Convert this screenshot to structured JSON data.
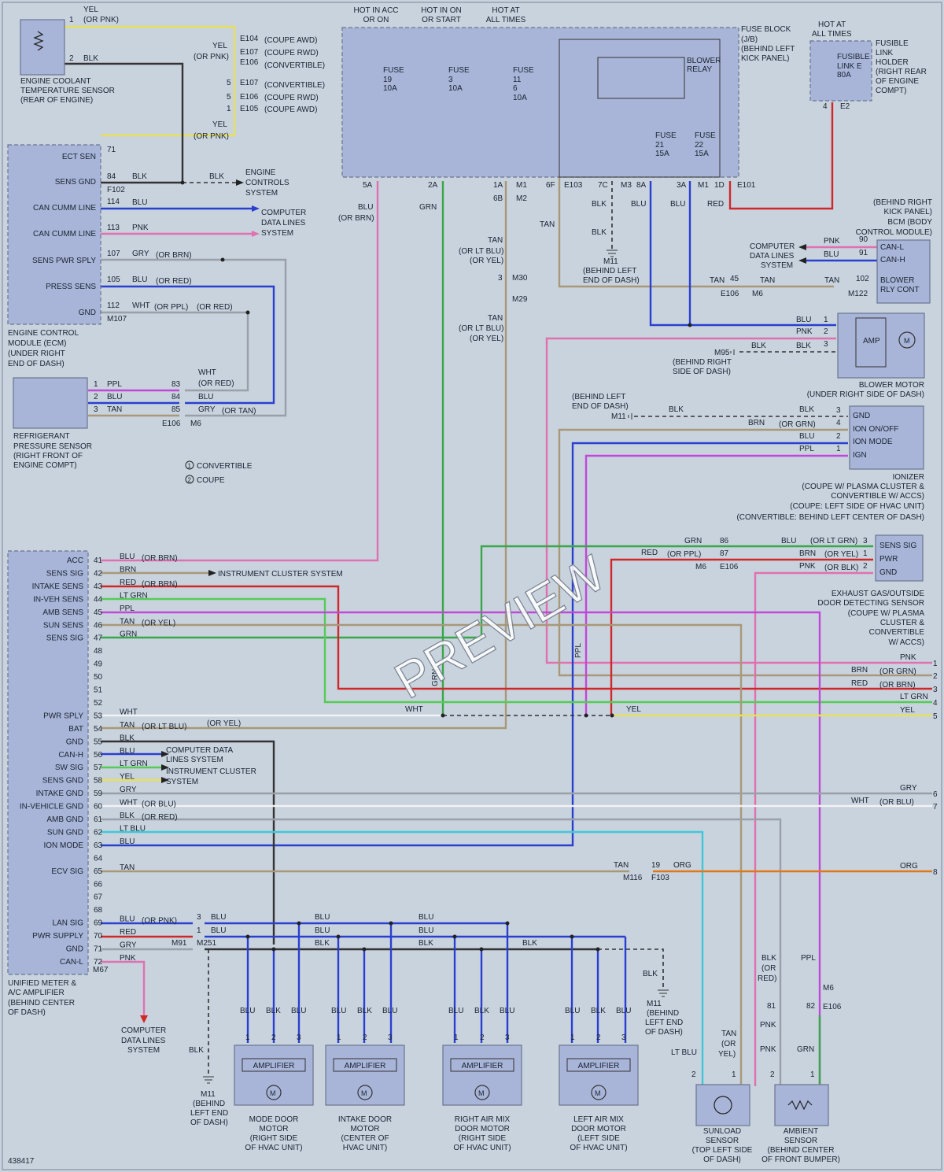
{
  "diagram_id": "438417",
  "watermark": "PREVIEW",
  "colors": {
    "YEL": "#e8e05a",
    "BLK": "#333333",
    "BLU": "#2a3fd0",
    "PNK": "#e070b0",
    "GRY": "#9aa0a8",
    "GRN": "#3aa64a",
    "TAN": "#a89878",
    "RED": "#d02828",
    "PPL": "#c048d8",
    "WHT": "#f2f2f2",
    "BRN": "#8a5a3a",
    "LTGRN": "#55cc55",
    "LTBLU": "#40c8d8",
    "ORG": "#e07818"
  },
  "fuse_block": {
    "hot_labels": [
      "HOT IN ACC",
      "OR ON",
      "HOT IN ON",
      "OR START",
      "HOT AT",
      "ALL TIMES"
    ],
    "title": [
      "FUSE BLOCK",
      "(J/B)",
      "(BEHIND LEFT",
      "KICK PANEL)"
    ],
    "fuses": [
      {
        "label": "FUSE",
        "num": "19",
        "amp": "10A"
      },
      {
        "label": "FUSE",
        "num": "3",
        "amp": "10A"
      },
      {
        "label": "FUSE",
        "num": "11",
        "num2": "6",
        "amp": "10A"
      },
      {
        "label": "FUSE",
        "num": "21",
        "amp": "15A"
      },
      {
        "label": "FUSE",
        "num": "22",
        "amp": "15A"
      }
    ],
    "relay": [
      "BLOWER",
      "RELAY"
    ],
    "pins": [
      "5A",
      "2A",
      "1A",
      "6B",
      "6F",
      "E103",
      "M1",
      "M2",
      "7C",
      "M3",
      "8A",
      "3A",
      "M1",
      "1D",
      "E101"
    ]
  },
  "fusible_link": {
    "hot": [
      "HOT AT",
      "ALL TIMES"
    ],
    "title": [
      "FUSIBLE",
      "LINK",
      "HOLDER",
      "(RIGHT REAR",
      "OF ENGINE",
      "COMPT)"
    ],
    "inner": [
      "FUSIBLE",
      "LINK E",
      "80A"
    ],
    "pins": [
      "4",
      "E2"
    ]
  },
  "ect": {
    "title": [
      "ENGINE COOLANT",
      "TEMPERATURE SENSOR",
      "(REAR OF ENGINE)"
    ],
    "pins": [
      "1",
      "2"
    ],
    "wires": [
      "YEL",
      "(OR PNK)",
      "BLK",
      "YEL",
      "(OR PNK)",
      "YEL",
      "(OR PNK)"
    ],
    "connectors": [
      {
        "c": "E104",
        "d": "(COUPE AWD)"
      },
      {
        "c": "E107",
        "d": "(COUPE RWD)"
      },
      {
        "c": "E106",
        "d": "(CONVERTIBLE)"
      },
      {
        "p": "5",
        "c": "E107",
        "d": "(CONVERTIBLE)"
      },
      {
        "p": "5",
        "c": "E106",
        "d": "(COUPE RWD)"
      },
      {
        "p": "1",
        "c": "E105",
        "d": "(COUPE AWD)"
      }
    ]
  },
  "ecm": {
    "title": [
      "ENGINE CONTROL",
      "MODULE (ECM)",
      "(UNDER RIGHT",
      "END OF DASH)"
    ],
    "pins": [
      {
        "name": "ECT SEN",
        "num": "71"
      },
      {
        "name": "SENS GND",
        "num": "84"
      },
      {
        "name": "CAN CUMM LINE",
        "num": "114"
      },
      {
        "name": "CAN CUMM LINE",
        "num": "113"
      },
      {
        "name": "SENS PWR SPLY",
        "num": "107"
      },
      {
        "name": "PRESS SENS",
        "num": "105"
      },
      {
        "name": "GND",
        "num": "112"
      }
    ],
    "wires": [
      "BLK",
      "BLK",
      "F102",
      "BLU",
      "PNK",
      "GRY",
      "(OR BRN)",
      "BLU",
      "(OR RED)",
      "WHT",
      "(OR PPL)",
      "(OR RED)",
      "M107"
    ],
    "targets": [
      [
        "ENGINE",
        "CONTROLS",
        "SYSTEM"
      ],
      [
        "COMPUTER",
        "DATA LINES",
        "SYSTEM"
      ]
    ]
  },
  "refrigerant": {
    "title": [
      "REFRIGERANT",
      "PRESSURE SENSOR",
      "(RIGHT FRONT OF",
      "ENGINE COMPT)"
    ],
    "pins": [
      "1",
      "2",
      "3"
    ],
    "wires": [
      "PPL",
      "BLU",
      "TAN",
      "83",
      "84",
      "85",
      "WHT",
      "(OR RED)",
      "BLU",
      "GRY",
      "(OR TAN)",
      "E106",
      "M6"
    ]
  },
  "legend": [
    "CONVERTIBLE",
    "COUPE"
  ],
  "bcm": {
    "title": [
      "(BEHIND RIGHT",
      "KICK PANEL)",
      "BCM (BODY",
      "CONTROL MODULE)"
    ],
    "pins": [
      "CAN-L",
      "CAN-H",
      "BLOWER",
      "RLY CONT"
    ],
    "nums": [
      "90",
      "91",
      "102"
    ],
    "wires": [
      "PNK",
      "BLU",
      "TAN",
      "45",
      "TAN",
      "TAN",
      "E106",
      "M6",
      "M122"
    ],
    "target": [
      "COMPUTER",
      "DATA LINES",
      "SYSTEM"
    ]
  },
  "blower": {
    "title": [
      "BLOWER MOTOR",
      "(UNDER RIGHT SIDE OF DASH)"
    ],
    "amp": "AMP",
    "pins": [
      "1",
      "2",
      "3"
    ],
    "wires": [
      "BLU",
      "PNK",
      "BLK",
      "BLK",
      "M95"
    ],
    "ground": [
      "(BEHIND RIGHT",
      "SIDE OF DASH)"
    ]
  },
  "ionizer": {
    "title": [
      "IONIZER",
      "(COUPE W/ PLASMA CLUSTER &",
      "CONVERTIBLE W/ ACCS)",
      "(COUPE: LEFT SIDE OF HVAC UNIT)",
      "(CONVERTIBLE: BEHIND LEFT CENTER OF DASH)"
    ],
    "pins": [
      "GND",
      "ION ON/OFF",
      "ION MODE",
      "IGN"
    ],
    "nums": [
      "3",
      "4",
      "2",
      "1"
    ],
    "wires": [
      "BLK",
      "BLK",
      "BRN",
      "(OR GRN)",
      "BLU",
      "PPL",
      "M11"
    ],
    "ground": [
      "(BEHIND LEFT",
      "END OF DASH)"
    ]
  },
  "exhaust": {
    "title": [
      "EXHAUST GAS/OUTSIDE",
      "DOOR DETECTING SENSOR",
      "(COUPE W/ PLASMA",
      "CLUSTER &",
      "CONVERTIBLE",
      "W/ ACCS)"
    ],
    "pins": [
      "SENS SIG",
      "PWR",
      "GND"
    ],
    "nums": [
      "3",
      "1",
      "2"
    ],
    "wires": [
      "GRN",
      "86",
      "BLU",
      "(OR LT GRN)",
      "RED",
      "(OR PPL)",
      "87",
      "BRN",
      "(OR YEL)",
      "PNK",
      "(OR BLK)",
      "M6",
      "E106"
    ]
  },
  "mid_wires": [
    "BLU",
    "(OR BRN)",
    "GRN",
    "TAN",
    "(OR LT BLU)",
    "(OR YEL)",
    "3",
    "M30",
    "M29",
    "TAN",
    "(OR LT BLU)",
    "(OR YEL)",
    "TAN",
    "BLK",
    "BLU",
    "BLU",
    "RED",
    "BLK",
    "M11",
    "(BEHIND LEFT",
    "END OF DASH)",
    "GRN",
    "PPL"
  ],
  "amp_unit": {
    "title": [
      "UNIFIED METER &",
      "A/C AMPLIFIER",
      "(BEHIND CENTER",
      "OF DASH)"
    ],
    "pins": [
      {
        "name": "ACC",
        "num": "41",
        "wire": "BLU",
        "alt": "(OR BRN)"
      },
      {
        "name": "SENS SIG",
        "num": "42",
        "wire": "BRN",
        "alt": ""
      },
      {
        "name": "INTAKE SENS",
        "num": "43",
        "wire": "RED",
        "alt": "(OR BRN)"
      },
      {
        "name": "IN-VEH SENS",
        "num": "44",
        "wire": "LT GRN",
        "alt": ""
      },
      {
        "name": "AMB SENS",
        "num": "45",
        "wire": "PPL",
        "alt": ""
      },
      {
        "name": "SUN SENS",
        "num": "46",
        "wire": "TAN",
        "alt": "(OR YEL)"
      },
      {
        "name": "SENS SIG",
        "num": "47",
        "wire": "GRN",
        "alt": ""
      },
      {
        "name": "",
        "num": "48",
        "wire": "",
        "alt": ""
      },
      {
        "name": "",
        "num": "49",
        "wire": "",
        "alt": ""
      },
      {
        "name": "",
        "num": "50",
        "wire": "",
        "alt": ""
      },
      {
        "name": "",
        "num": "51",
        "wire": "",
        "alt": ""
      },
      {
        "name": "",
        "num": "52",
        "wire": "",
        "alt": ""
      },
      {
        "name": "PWR SPLY",
        "num": "53",
        "wire": "WHT",
        "alt": ""
      },
      {
        "name": "BAT",
        "num": "54",
        "wire": "TAN",
        "alt": "(OR LT BLU)"
      },
      {
        "name": "GND",
        "num": "55",
        "wire": "BLK",
        "alt": ""
      },
      {
        "name": "CAN-H",
        "num": "56",
        "wire": "BLU",
        "alt": ""
      },
      {
        "name": "SW SIG",
        "num": "57",
        "wire": "LT GRN",
        "alt": ""
      },
      {
        "name": "SENS GND",
        "num": "58",
        "wire": "YEL",
        "alt": ""
      },
      {
        "name": "INTAKE GND",
        "num": "59",
        "wire": "GRY",
        "alt": ""
      },
      {
        "name": "IN-VEHICLE GND",
        "num": "60",
        "wire": "WHT",
        "alt": "(OR BLU)"
      },
      {
        "name": "AMB GND",
        "num": "61",
        "wire": "BLK",
        "alt": "(OR RED)"
      },
      {
        "name": "SUN GND",
        "num": "62",
        "wire": "LT BLU",
        "alt": ""
      },
      {
        "name": "ION MODE",
        "num": "63",
        "wire": "BLU",
        "alt": ""
      },
      {
        "name": "",
        "num": "64",
        "wire": "",
        "alt": ""
      },
      {
        "name": "ECV SIG",
        "num": "65",
        "wire": "TAN",
        "alt": ""
      },
      {
        "name": "",
        "num": "66",
        "wire": "",
        "alt": ""
      },
      {
        "name": "",
        "num": "67",
        "wire": "",
        "alt": ""
      },
      {
        "name": "",
        "num": "68",
        "wire": "",
        "alt": ""
      },
      {
        "name": "LAN SIG",
        "num": "69",
        "wire": "BLU",
        "alt": "(OR PNK)"
      },
      {
        "name": "PWR SUPPLY",
        "num": "70",
        "wire": "RED",
        "alt": ""
      },
      {
        "name": "GND",
        "num": "71",
        "wire": "GRY",
        "alt": ""
      },
      {
        "name": "CAN-L",
        "num": "72",
        "wire": "PNK",
        "alt": ""
      }
    ],
    "extra": [
      "(OR YEL)",
      "INSTRUMENT CLUSTER SYSTEM",
      "M67",
      "M91",
      "M251"
    ],
    "targets": [
      [
        "COMPUTER DATA",
        "LINES SYSTEM"
      ],
      [
        "INSTRUMENT CLUSTER",
        "SYSTEM"
      ],
      [
        "COMPUTER",
        "DATA LINES",
        "SYSTEM"
      ]
    ]
  },
  "right_side": {
    "lines": [
      {
        "num": "1",
        "wire": "PNK",
        "alt": ""
      },
      {
        "num": "2",
        "wire": "BRN",
        "alt": "(OR GRN)"
      },
      {
        "num": "3",
        "wire": "RED",
        "alt": "(OR BRN)"
      },
      {
        "num": "4",
        "wire": "LT GRN",
        "alt": ""
      },
      {
        "num": "5",
        "wire": "YEL",
        "alt": ""
      },
      {
        "num": "6",
        "wire": "GRY",
        "alt": ""
      },
      {
        "num": "7",
        "wire": "WHT",
        "alt": "(OR BLU)"
      },
      {
        "num": "8",
        "wire": "ORG",
        "alt": ""
      }
    ],
    "mid": [
      "WHT",
      "YEL",
      "TAN",
      "19",
      "ORG",
      "M116",
      "F103"
    ]
  },
  "motors": [
    {
      "title": [
        "MODE DOOR",
        "MOTOR",
        "(RIGHT SIDE",
        "OF HVAC UNIT)"
      ]
    },
    {
      "title": [
        "INTAKE DOOR",
        "MOTOR",
        "(CENTER OF",
        "HVAC UNIT)"
      ]
    },
    {
      "title": [
        "RIGHT AIR MIX",
        "DOOR MOTOR",
        "(RIGHT SIDE",
        "OF HVAC UNIT)"
      ]
    },
    {
      "title": [
        "LEFT AIR MIX",
        "DOOR MOTOR",
        "(LEFT SIDE",
        "OF HVAC UNIT)"
      ]
    }
  ],
  "motor_common": {
    "amp": "AMPLIFIER",
    "pins": [
      "1",
      "2",
      "3"
    ],
    "wires": [
      "BLU",
      "BLK",
      "BLU"
    ]
  },
  "bus_wires": [
    "3",
    "BLU",
    "1",
    "BLU",
    "BLU",
    "BLU",
    "BLU",
    "BLU",
    "BLK",
    "BLK",
    "BLK",
    "BLK"
  ],
  "grounds": [
    {
      "label": "M11",
      "sub": [
        "(BEHIND",
        "LEFT END",
        "OF DASH)"
      ],
      "wire": "BLK"
    },
    {
      "label": "M11",
      "sub": [
        "(BEHIND",
        "LEFT END",
        "OF DASH)"
      ],
      "wire": "BLK"
    }
  ],
  "sunload": {
    "title": [
      "SUNLOAD",
      "SENSOR",
      "(TOP LEFT SIDE",
      "OF DASH)"
    ],
    "pins": [
      "2",
      "1"
    ],
    "wires": [
      "LT BLU",
      "TAN",
      "(OR",
      "YEL)"
    ]
  },
  "ambient": {
    "title": [
      "AMBIENT",
      "SENSOR",
      "(BEHIND CENTER",
      "OF FRONT BUMPER)"
    ],
    "pins": [
      "2",
      "1"
    ],
    "wires": [
      "BLK",
      "(OR",
      "RED)",
      "PPL",
      "81",
      "82",
      "E106",
      "M6",
      "PNK",
      "PNK",
      "GRN"
    ]
  }
}
